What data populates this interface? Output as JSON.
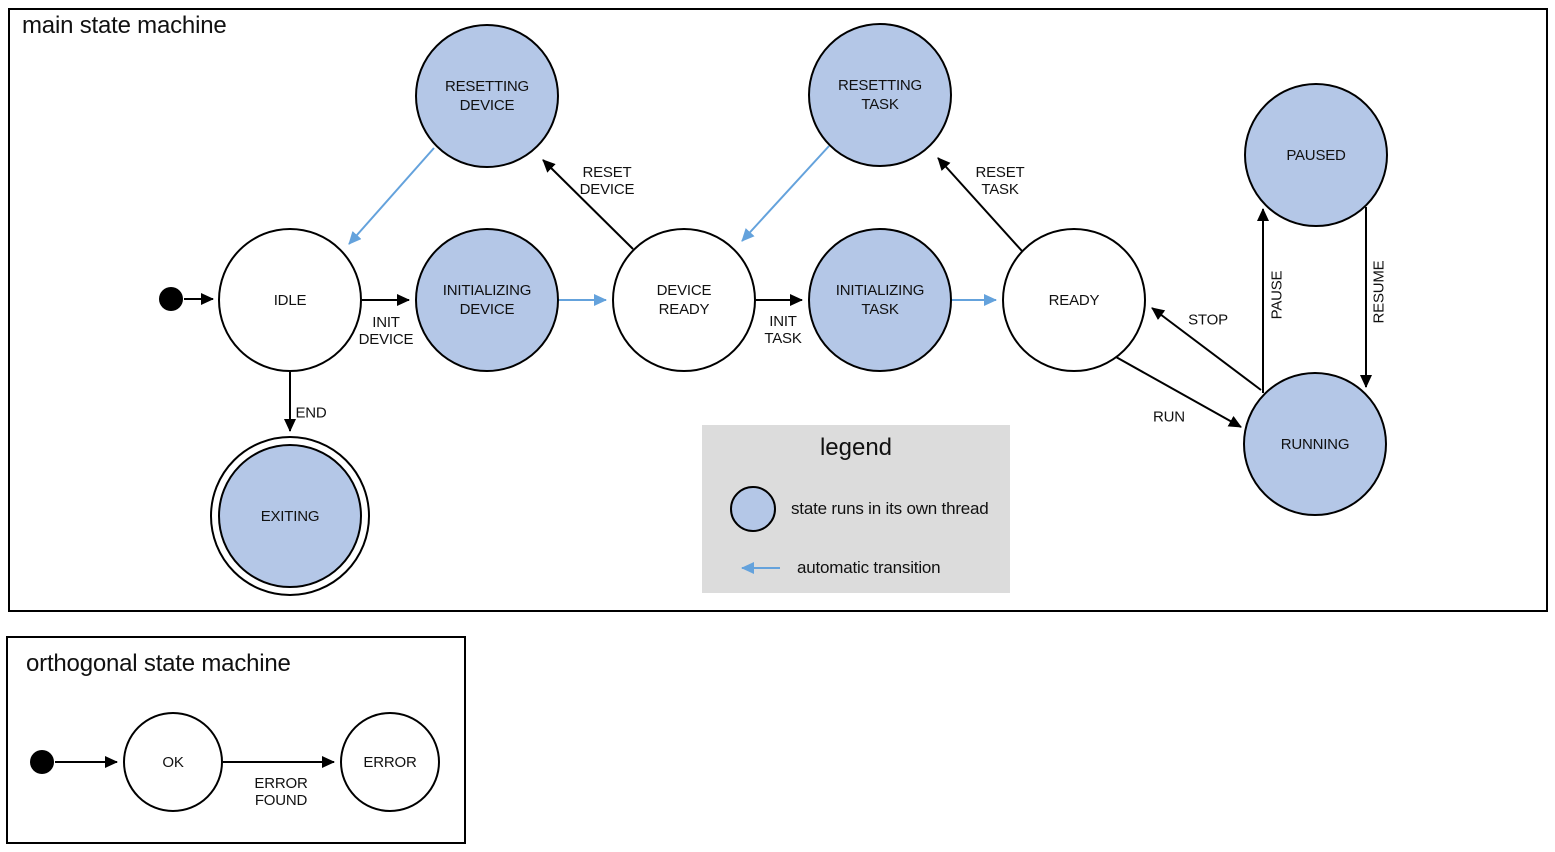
{
  "colors": {
    "state_blue": "#b4c7e7",
    "auto_blue": "#64a2dc",
    "legend_bg": "#dcdcdc",
    "ink": "#000000"
  },
  "main": {
    "title": "main state machine",
    "states": {
      "idle": {
        "line1": "IDLE"
      },
      "resetting_device": {
        "line1": "RESETTING",
        "line2": "DEVICE"
      },
      "initializing_device": {
        "line1": "INITIALIZING",
        "line2": "DEVICE"
      },
      "device_ready": {
        "line1": "DEVICE",
        "line2": "READY"
      },
      "resetting_task": {
        "line1": "RESETTING",
        "line2": "TASK"
      },
      "initializing_task": {
        "line1": "INITIALIZING",
        "line2": "TASK"
      },
      "ready": {
        "line1": "READY"
      },
      "paused": {
        "line1": "PAUSED"
      },
      "running": {
        "line1": "RUNNING"
      },
      "exiting": {
        "line1": "EXITING"
      }
    },
    "transitions": {
      "init_device": {
        "line1": "INIT",
        "line2": "DEVICE"
      },
      "reset_device": {
        "line1": "RESET",
        "line2": "DEVICE"
      },
      "init_task": {
        "line1": "INIT",
        "line2": "TASK"
      },
      "reset_task": {
        "line1": "RESET",
        "line2": "TASK"
      },
      "end": {
        "line1": "END"
      },
      "run": {
        "line1": "RUN"
      },
      "stop": {
        "line1": "STOP"
      },
      "pause": {
        "line1": "PAUSE"
      },
      "resume": {
        "line1": "RESUME"
      }
    },
    "legend": {
      "title": "legend",
      "thread_item": "state runs in its own thread",
      "auto_item": "automatic transition"
    }
  },
  "orthogonal": {
    "title": "orthogonal state machine",
    "states": {
      "ok": {
        "line1": "OK"
      },
      "error": {
        "line1": "ERROR"
      }
    },
    "transitions": {
      "error_found": {
        "line1": "ERROR",
        "line2": "FOUND"
      }
    }
  }
}
